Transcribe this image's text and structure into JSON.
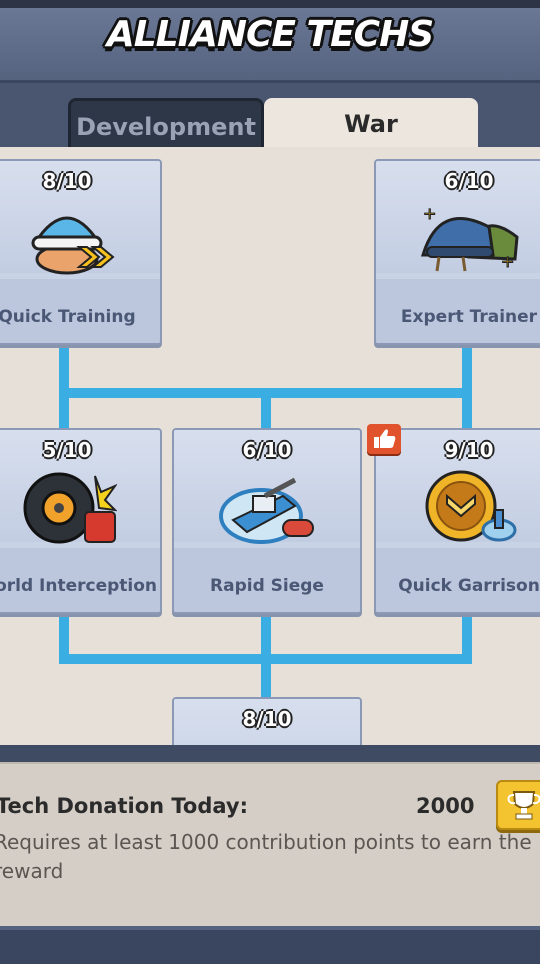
{
  "header": {
    "title": "ALLIANCE TECHS"
  },
  "tabs": [
    {
      "label": "Development",
      "active": false
    },
    {
      "label": "War",
      "active": true
    }
  ],
  "techs": [
    {
      "level": "8/10",
      "name": "Quick Training",
      "icon": "helmet-speed-icon"
    },
    {
      "level": "6/10",
      "name": "Expert Trainer",
      "icon": "helmets-icon"
    },
    {
      "level": "5/10",
      "name": "World Interception",
      "icon": "tire-icon"
    },
    {
      "level": "6/10",
      "name": "Rapid Siege",
      "icon": "siege-boat-icon"
    },
    {
      "level": "9/10",
      "name": "Quick Garrison",
      "icon": "garrison-badge-icon"
    },
    {
      "level": "8/10",
      "name": "",
      "icon": "tire-icon"
    }
  ],
  "recommended_badge_icon": "thumbs-up-icon",
  "donation": {
    "label": "Tech Donation Today:",
    "value": "2000",
    "description": "Requires at least 1000 contribution points to earn the reward",
    "reward_icon": "trophy-icon"
  },
  "colors": {
    "connector": "#3aaee3",
    "card_bg": "#c9d3e6",
    "board_bg": "#e6e0d8",
    "accent_gold": "#f4c330"
  }
}
